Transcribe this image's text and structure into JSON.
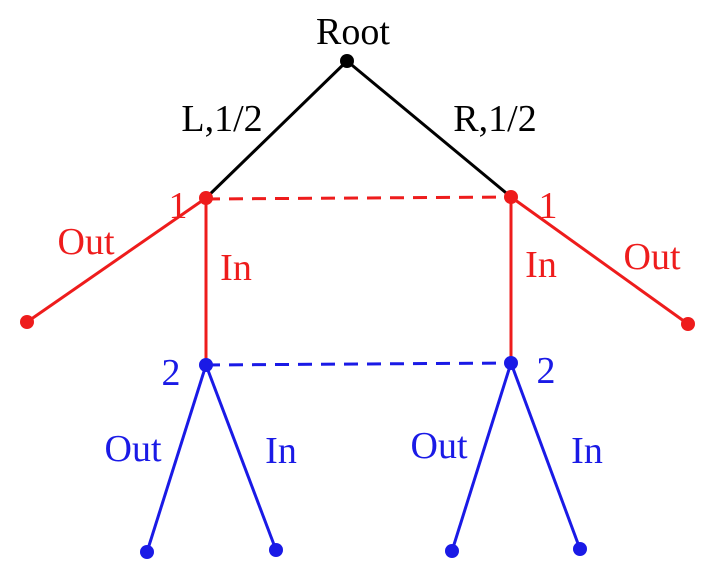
{
  "root": {
    "label": "Root"
  },
  "root_edges": {
    "left": "L,1/2",
    "right": "R,1/2"
  },
  "player1": {
    "left_label": "1",
    "right_label": "1",
    "out_left": "Out",
    "out_right": "Out",
    "in_left": "In",
    "in_right": "In"
  },
  "player2": {
    "left_label": "2",
    "right_label": "2",
    "left_out": "Out",
    "left_in": "In",
    "right_out": "Out",
    "right_in": "In"
  },
  "colors": {
    "root": "#000000",
    "player1": "#ee1c1c",
    "player2": "#1a1ae6"
  }
}
